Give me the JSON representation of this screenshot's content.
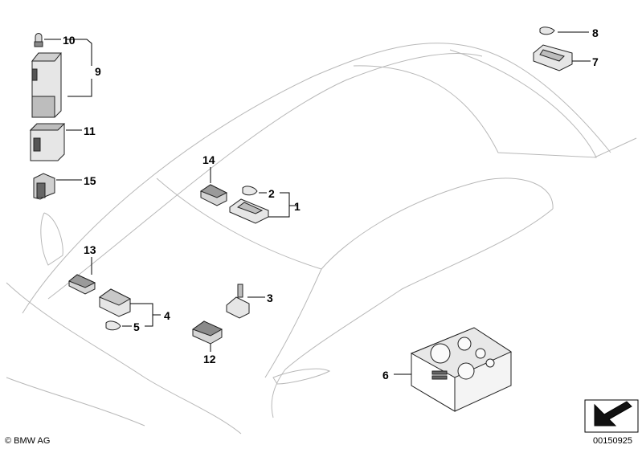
{
  "diagram": {
    "callouts": [
      {
        "id": "1",
        "label": "1"
      },
      {
        "id": "2",
        "label": "2"
      },
      {
        "id": "3",
        "label": "3"
      },
      {
        "id": "4",
        "label": "4"
      },
      {
        "id": "5",
        "label": "5"
      },
      {
        "id": "6",
        "label": "6"
      },
      {
        "id": "7",
        "label": "7"
      },
      {
        "id": "8",
        "label": "8"
      },
      {
        "id": "9",
        "label": "9"
      },
      {
        "id": "10",
        "label": "10"
      },
      {
        "id": "11",
        "label": "11"
      },
      {
        "id": "12",
        "label": "12"
      },
      {
        "id": "13",
        "label": "13"
      },
      {
        "id": "14",
        "label": "14"
      },
      {
        "id": "15",
        "label": "15"
      }
    ],
    "copyright": "© BMW AG",
    "diagram_number": "00150925",
    "icons": {
      "corner": "arrow-icon"
    },
    "colors": {
      "outline": "#b8b8b8",
      "part_fill": "#e6e6e6",
      "part_dark": "#555555"
    }
  }
}
